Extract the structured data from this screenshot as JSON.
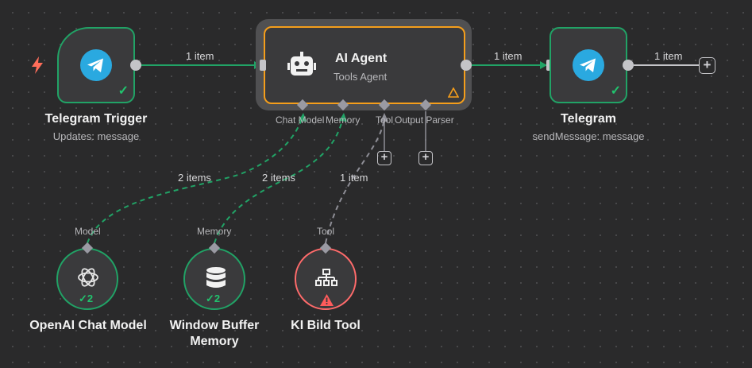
{
  "canvas": {
    "background": "#2a2a2b",
    "accent_success": "#21a366",
    "accent_warning": "#f59e1b",
    "accent_error": "#ff6b6b"
  },
  "nodes": {
    "telegram_trigger": {
      "title": "Telegram Trigger",
      "subtitle": "Updates: message",
      "icon": "telegram-icon"
    },
    "ai_agent": {
      "title": "AI Agent",
      "subtitle": "Tools Agent",
      "icon": "robot-icon",
      "inputs": {
        "chat_model": "Chat Model",
        "memory": "Memory",
        "tool": "Tool",
        "output_parser": "Output Parser"
      }
    },
    "telegram": {
      "title": "Telegram",
      "subtitle": "sendMessage: message",
      "icon": "telegram-icon"
    },
    "openai_chat_model": {
      "title": "OpenAI Chat Model",
      "port_label": "Model",
      "count": "2",
      "icon": "openai-icon"
    },
    "window_buffer_memory": {
      "title_line1": "Window Buffer",
      "title_line2": "Memory",
      "port_label": "Memory",
      "count": "2",
      "icon": "database-icon"
    },
    "ki_bild_tool": {
      "title": "KI Bild Tool",
      "port_label": "Tool",
      "icon": "sitemap-icon"
    }
  },
  "connections": {
    "trigger_to_agent": "1 item",
    "agent_to_telegram": "1 item",
    "telegram_out": "1 item",
    "model_to_agent": "2 items",
    "memory_to_agent": "2 items",
    "tool_to_agent": "1 item"
  },
  "buttons": {
    "add": "+"
  }
}
